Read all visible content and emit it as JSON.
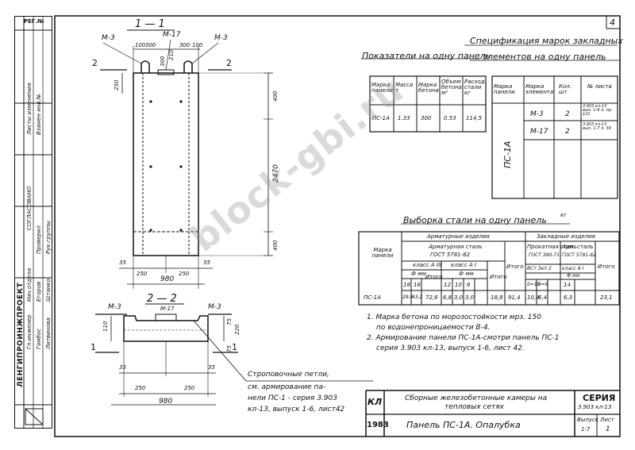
{
  "sheet_number": "4",
  "reg_label": "РЕГ.№",
  "section_1": "1 — 1",
  "section_2": "2 — 2",
  "marks": {
    "m3": "М-3",
    "m17": "М-17"
  },
  "dims_top": {
    "d100": "100",
    "d300a": "300",
    "d210": "210",
    "d300b": "300",
    "d100b": "100",
    "d300c": "300",
    "d250": "250",
    "d400a": "400",
    "d2470": "2470",
    "d400b": "400",
    "d35a": "35",
    "d250b": "250",
    "d250c": "250",
    "d35b": "35",
    "d980": "980"
  },
  "dims_bottom": {
    "d110": "110",
    "d75a": "75",
    "d220": "220",
    "d75b": "75",
    "d35c": "35",
    "d35d": "35",
    "d250d": "250",
    "d250e": "250",
    "d980b": "980"
  },
  "arrows": {
    "a2": "2",
    "a1": "1"
  },
  "table1": {
    "title": "Показатели на одну панель",
    "headers": [
      "Марка панели",
      "Масса т",
      "Марка бетона",
      "Объем бетона м³",
      "Расход стали кг"
    ],
    "row": [
      "ПС-1А",
      "1.33",
      "300",
      "0.53",
      "114,5"
    ]
  },
  "table2": {
    "title_line1": "Спецификация марок закладных",
    "title_line2": "элементов на одну панель",
    "headers": [
      "Марка панели",
      "Марка элемента",
      "Кол. шт",
      "№ листа"
    ],
    "panel": "ПС-1А",
    "rows": [
      [
        "М-3",
        "2",
        "3.903 кл-13 вып. 1-6 л. пр. 121"
      ],
      [
        "М-17",
        "2",
        "3.903 кл-13 вып. 1-7 л. 39"
      ]
    ]
  },
  "table3": {
    "title": "Выборка стали на одну панель",
    "title_sup": "кг",
    "h_panel": "Марка панели",
    "h_armatura": "Арматурные изделия",
    "h_arm_steel": "Арматурная сталь",
    "h_gost": "ГОСТ 5781-82",
    "h_class_a3": "класс А III",
    "h_class_a1": "класс А I",
    "h_dmm": "Ф мм",
    "h_itogo": "Итого",
    "a3_diams": [
      "18",
      "16"
    ],
    "a1_diams": [
      "12",
      "10",
      "6"
    ],
    "h_zaklad": "Закладные изделия",
    "h_prokat": "Прокатная сталь",
    "h_prokat_gost": "ГОСТ 380-71",
    "h_arm_zakl": "Арм. сталь",
    "h_arm_gost": "ГОСТ 5781-82",
    "h_class_a1b": "класс А I",
    "h_vst": "ВСт 3кп 2",
    "h_dmm2": "Ф мм",
    "prokat_dims": [
      "δ=10",
      "δ=8"
    ],
    "arm_dims": [
      "14"
    ],
    "row": {
      "panel": "ПС-1А",
      "a3": [
        "29,4",
        "43,2"
      ],
      "a3_total": "72,6",
      "a1": [
        "6,8",
        "3,0",
        "3,0"
      ],
      "a1_total": "18,8",
      "arm_total": "91,4",
      "prokat": [
        "10,4",
        "6,4"
      ],
      "arm": [
        "6,3"
      ],
      "zakl_total": "",
      "grand_total": "23,1"
    }
  },
  "notes": [
    "1. Марка бетона по морозостойкости мрз. 150",
    "по водонепроницаемости В-4.",
    "2. Армирование панели ПС-1А-смотри панель ПС-1",
    "серия 3.903 кл-13, выпуск 1-6, лист 42."
  ],
  "callout": [
    "Строповочные петли,",
    "см. армирование па-",
    "нели ПС-1 - серия 3.903",
    "кл-13, выпуск 1-6, лист42"
  ],
  "titleblock": {
    "kl": "КЛ",
    "year": "1983",
    "title1": "Сборные железобетонные камеры на",
    "title2": "тепловых сетях",
    "subtitle": "Панель ПС-1А. Опалубка",
    "seria_label": "СЕРИЯ",
    "seria_value": "3.903 кл-13",
    "vypusk_label": "Выпуск",
    "vypusk_value": "1-7",
    "list_label": "Лист",
    "list_value": "1"
  },
  "stamp": {
    "org": "ЛЕНГИПРОИНЖПРОЕКТ",
    "text_a": "Листы изменения",
    "text_b": "Взамен инв.№",
    "text_c": "СОГЛАСОВАНО",
    "names": [
      "Егоров",
      "Штанко",
      "Гамбос",
      "Литвинова"
    ],
    "roles": [
      "Нач.отдела",
      "Гл.инженер",
      "Рук.группы",
      "Проверил"
    ]
  },
  "watermark": "block-gbi.ru"
}
